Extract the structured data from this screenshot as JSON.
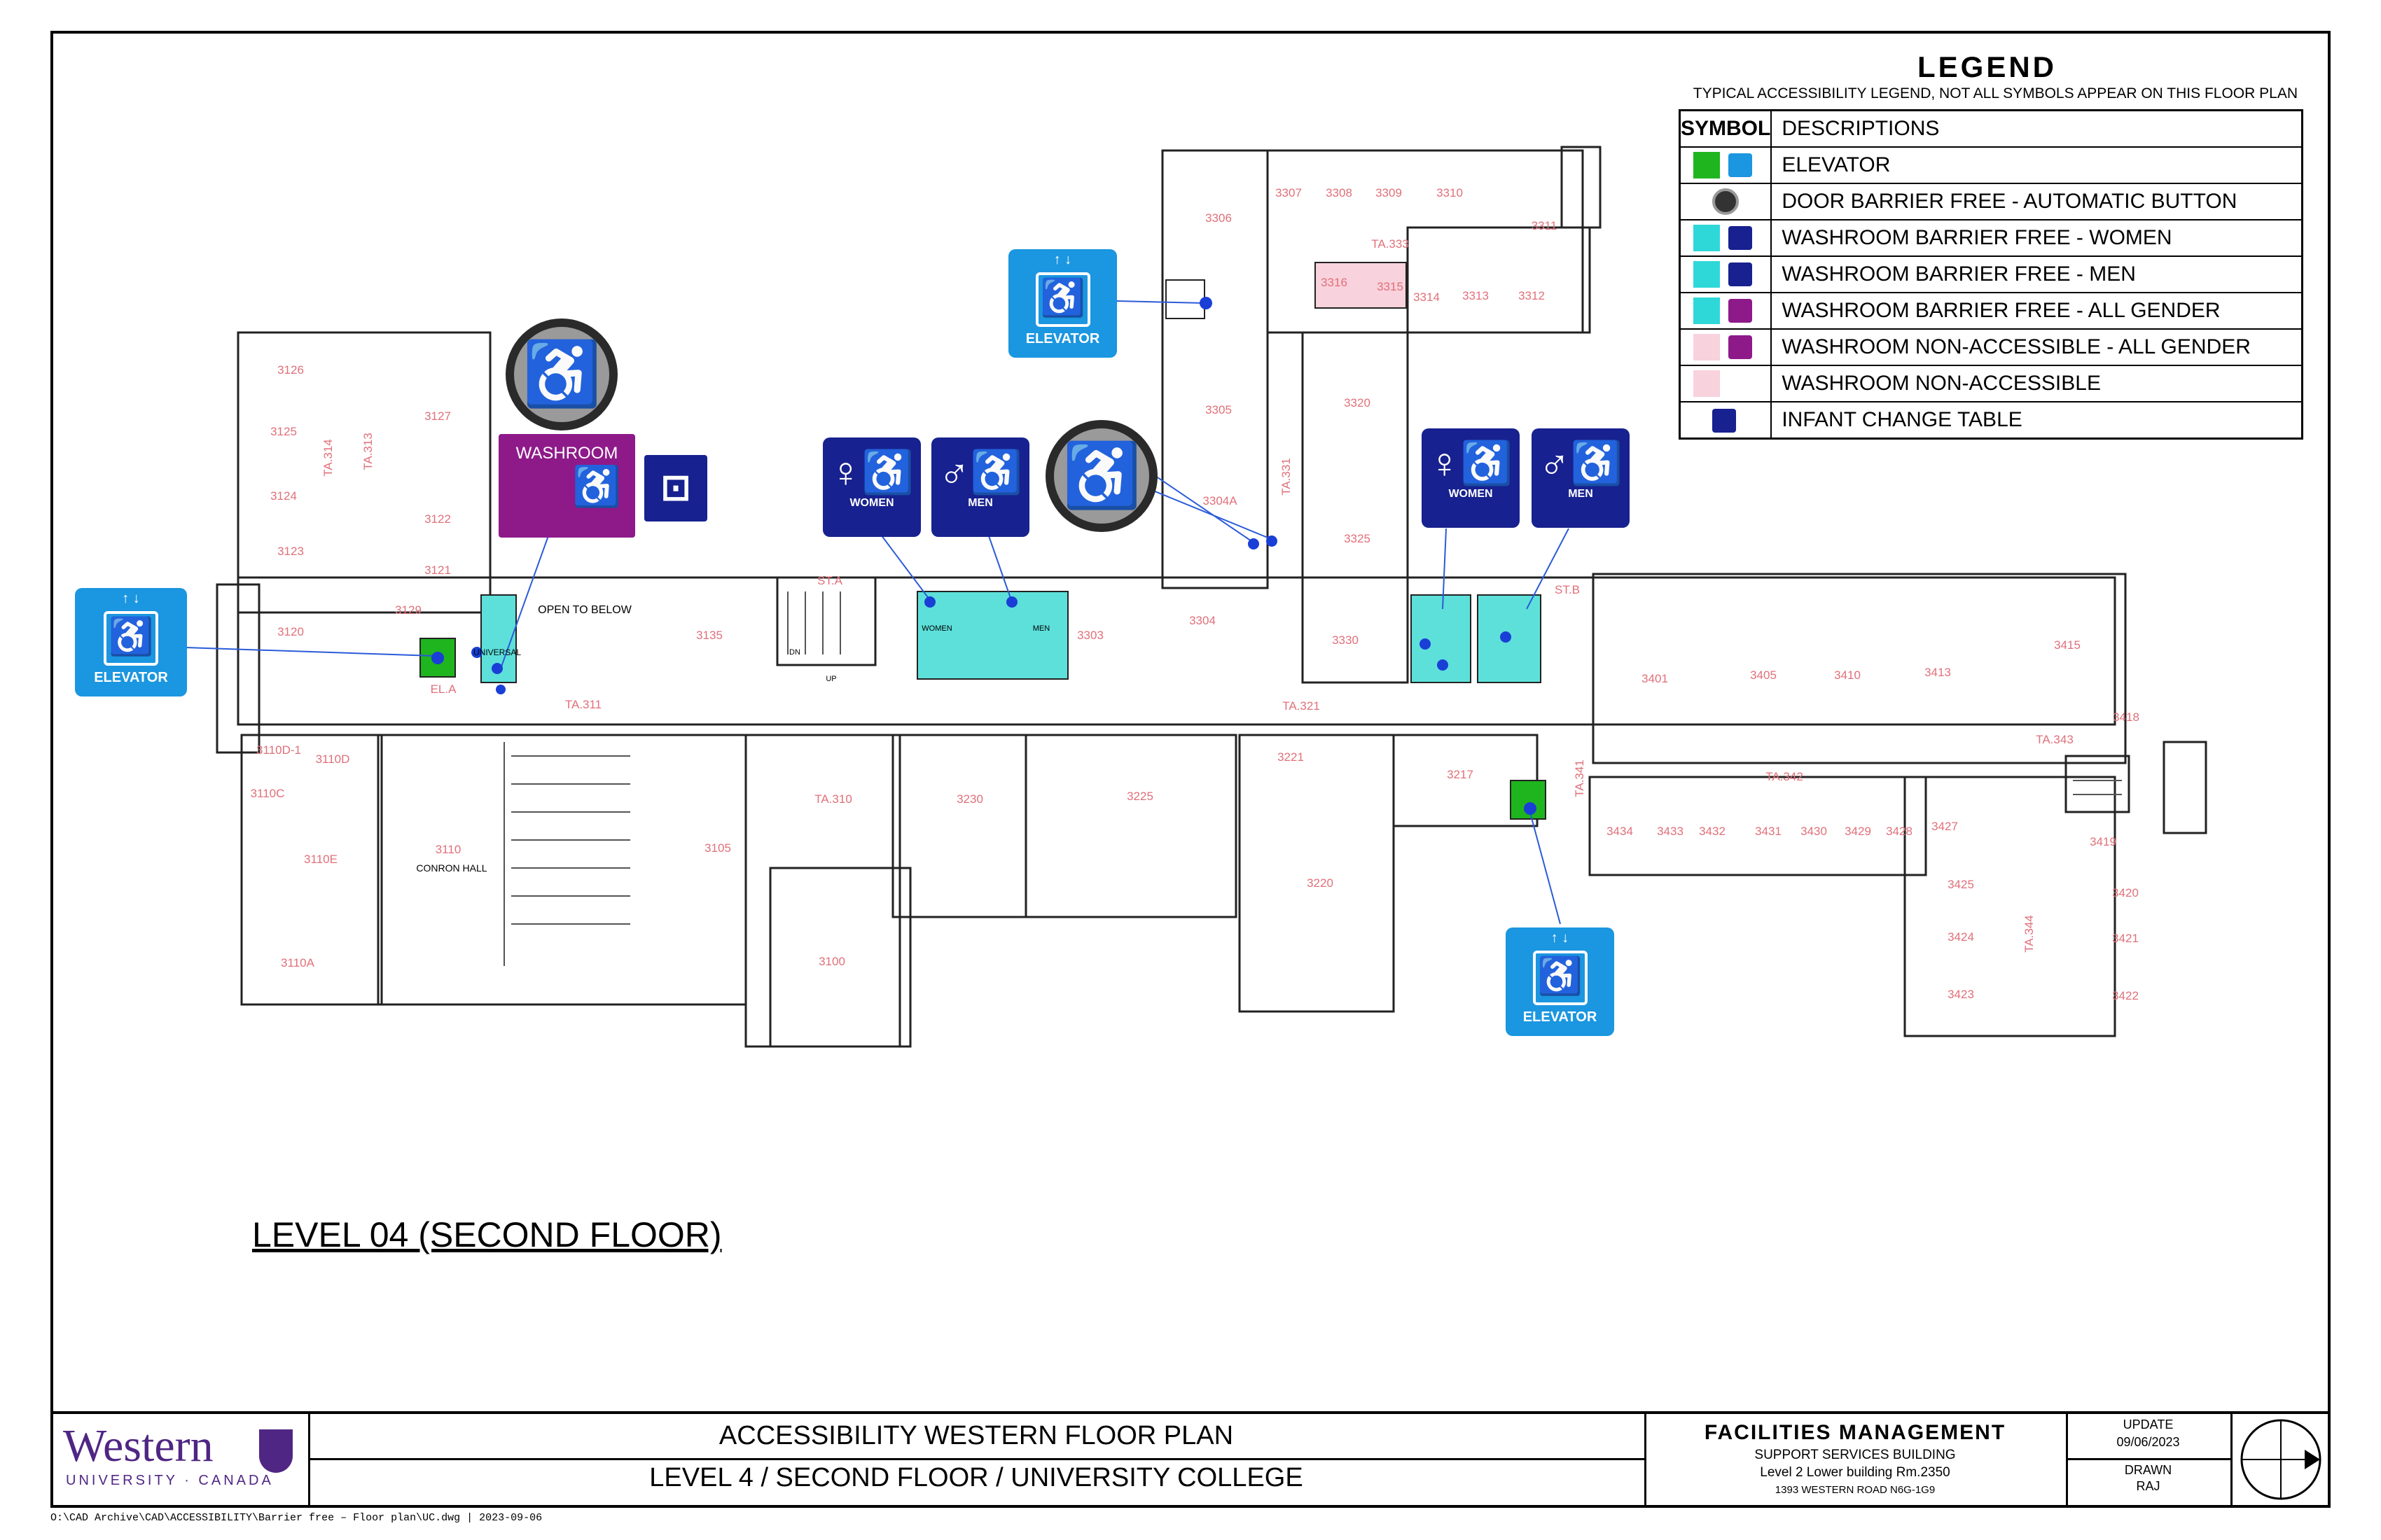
{
  "legend": {
    "title": "LEGEND",
    "subtitle": "TYPICAL ACCESSIBILITY LEGEND, NOT ALL SYMBOLS APPEAR ON THIS FLOOR PLAN",
    "col_symbol": "SYMBOL",
    "col_desc": "DESCRIPTIONS",
    "rows": [
      {
        "desc": "ELEVATOR",
        "colors": [
          "#1fb51f",
          "#1b96e0"
        ]
      },
      {
        "desc": "DOOR BARRIER FREE - AUTOMATIC BUTTON",
        "colors": [
          "#555555"
        ]
      },
      {
        "desc": "WASHROOM BARRIER FREE - WOMEN",
        "colors": [
          "#2fd8d8",
          "#17218f"
        ]
      },
      {
        "desc": "WASHROOM BARRIER FREE - MEN",
        "colors": [
          "#2fd8d8",
          "#17218f"
        ]
      },
      {
        "desc": "WASHROOM BARRIER FREE      - ALL GENDER",
        "colors": [
          "#2fd8d8",
          "#8e1a8a"
        ]
      },
      {
        "desc": "WASHROOM NON-ACCESSIBLE   - ALL GENDER",
        "colors": [
          "#f8d2dc",
          "#8e1a8a"
        ]
      },
      {
        "desc": "WASHROOM NON-ACCESSIBLE",
        "colors": [
          "#f8d2dc"
        ]
      },
      {
        "desc": "INFANT CHANGE TABLE",
        "colors": [
          "#17218f"
        ]
      }
    ]
  },
  "signs": {
    "elevator": "ELEVATOR",
    "washroom": "WASHROOM",
    "women": "WOMEN",
    "men": "MEN"
  },
  "plan": {
    "level_title": "LEVEL 04 (SECOND FLOOR)",
    "open_to_below": "OPEN TO BELOW",
    "conron_hall": "CONRON HALL",
    "universal": "UNIVERSAL",
    "women": "WOMEN",
    "men": "MEN",
    "up": "UP",
    "dn": "DN",
    "rooms": [
      "3126",
      "3125",
      "3124",
      "3123",
      "3120",
      "3127",
      "3122",
      "3121",
      "3129",
      "3135",
      "3110",
      "3110E",
      "3110A",
      "3110C",
      "3110D",
      "3110D-1",
      "3105",
      "3100",
      "3230",
      "3225",
      "3221",
      "3220",
      "3217",
      "3303",
      "3304",
      "3304A",
      "3305",
      "3306",
      "3307",
      "3308",
      "3309",
      "3310",
      "3311",
      "3312",
      "3313",
      "3314",
      "3320",
      "3325",
      "3330",
      "3401",
      "3405",
      "3410",
      "3413",
      "3415",
      "3418",
      "3419",
      "3420",
      "3421",
      "3422",
      "3423",
      "3424",
      "3425",
      "3427",
      "3428",
      "3429",
      "3430",
      "3431",
      "3432",
      "3433",
      "3434",
      "3316",
      "3315"
    ],
    "corridors": [
      "TA.311",
      "TA.310",
      "TA.321",
      "TA.333",
      "TA.331",
      "TA.342",
      "TA.343",
      "TA.341",
      "TA.344",
      "TA.314",
      "TA.313",
      "ST.A",
      "ST.B",
      "EL.A"
    ]
  },
  "title_block": {
    "logo_name": "Western",
    "logo_sub": "UNIVERSITY · CANADA",
    "main_title": "ACCESSIBILITY WESTERN FLOOR PLAN",
    "sub_title": "LEVEL 4 / SECOND FLOOR / UNIVERSITY COLLEGE",
    "dept": "FACILITIES MANAGEMENT",
    "dept_line1": "SUPPORT SERVICES BUILDING",
    "dept_line2": "Level 2   Lower building   Rm.2350",
    "dept_line3": "1393 WESTERN ROAD    N6G-1G9",
    "update_label": "UPDATE",
    "update_date": "09/06/2023",
    "drawn_label": "DRAWN",
    "drawn_by": "RAJ"
  },
  "file_path": "O:\\CAD Archive\\CAD\\ACCESSIBILITY\\Barrier free – Floor plan\\UC.dwg | 2023-09-06"
}
